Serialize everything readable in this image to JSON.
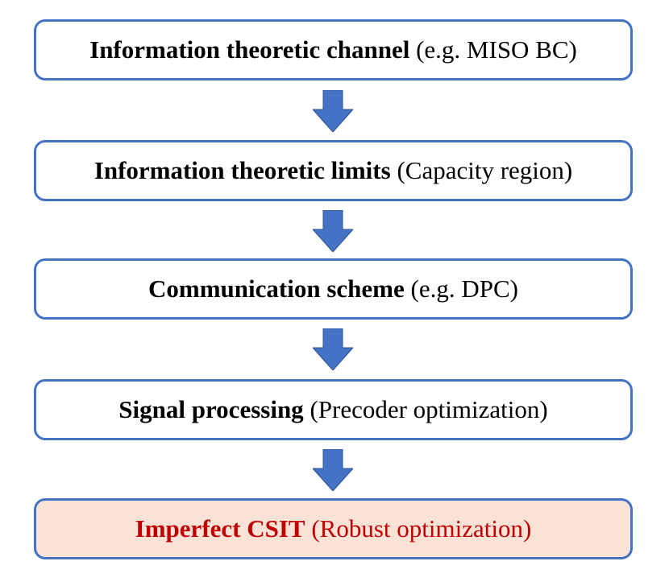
{
  "colors": {
    "box_border": "#4472c4",
    "arrow_fill": "#4472c4",
    "highlight_fill": "#fbe2d6",
    "highlight_text": "#c00000"
  },
  "steps": [
    {
      "bold": "Information theoretic channel",
      "detail": "(e.g. MISO BC)"
    },
    {
      "bold": "Information theoretic limits",
      "detail": "(Capacity region)"
    },
    {
      "bold": "Communication scheme",
      "detail": "(e.g. DPC)"
    },
    {
      "bold": "Signal processing",
      "detail": "(Precoder optimization)"
    },
    {
      "bold": "Imperfect CSIT",
      "detail": "(Robust optimization)"
    }
  ]
}
